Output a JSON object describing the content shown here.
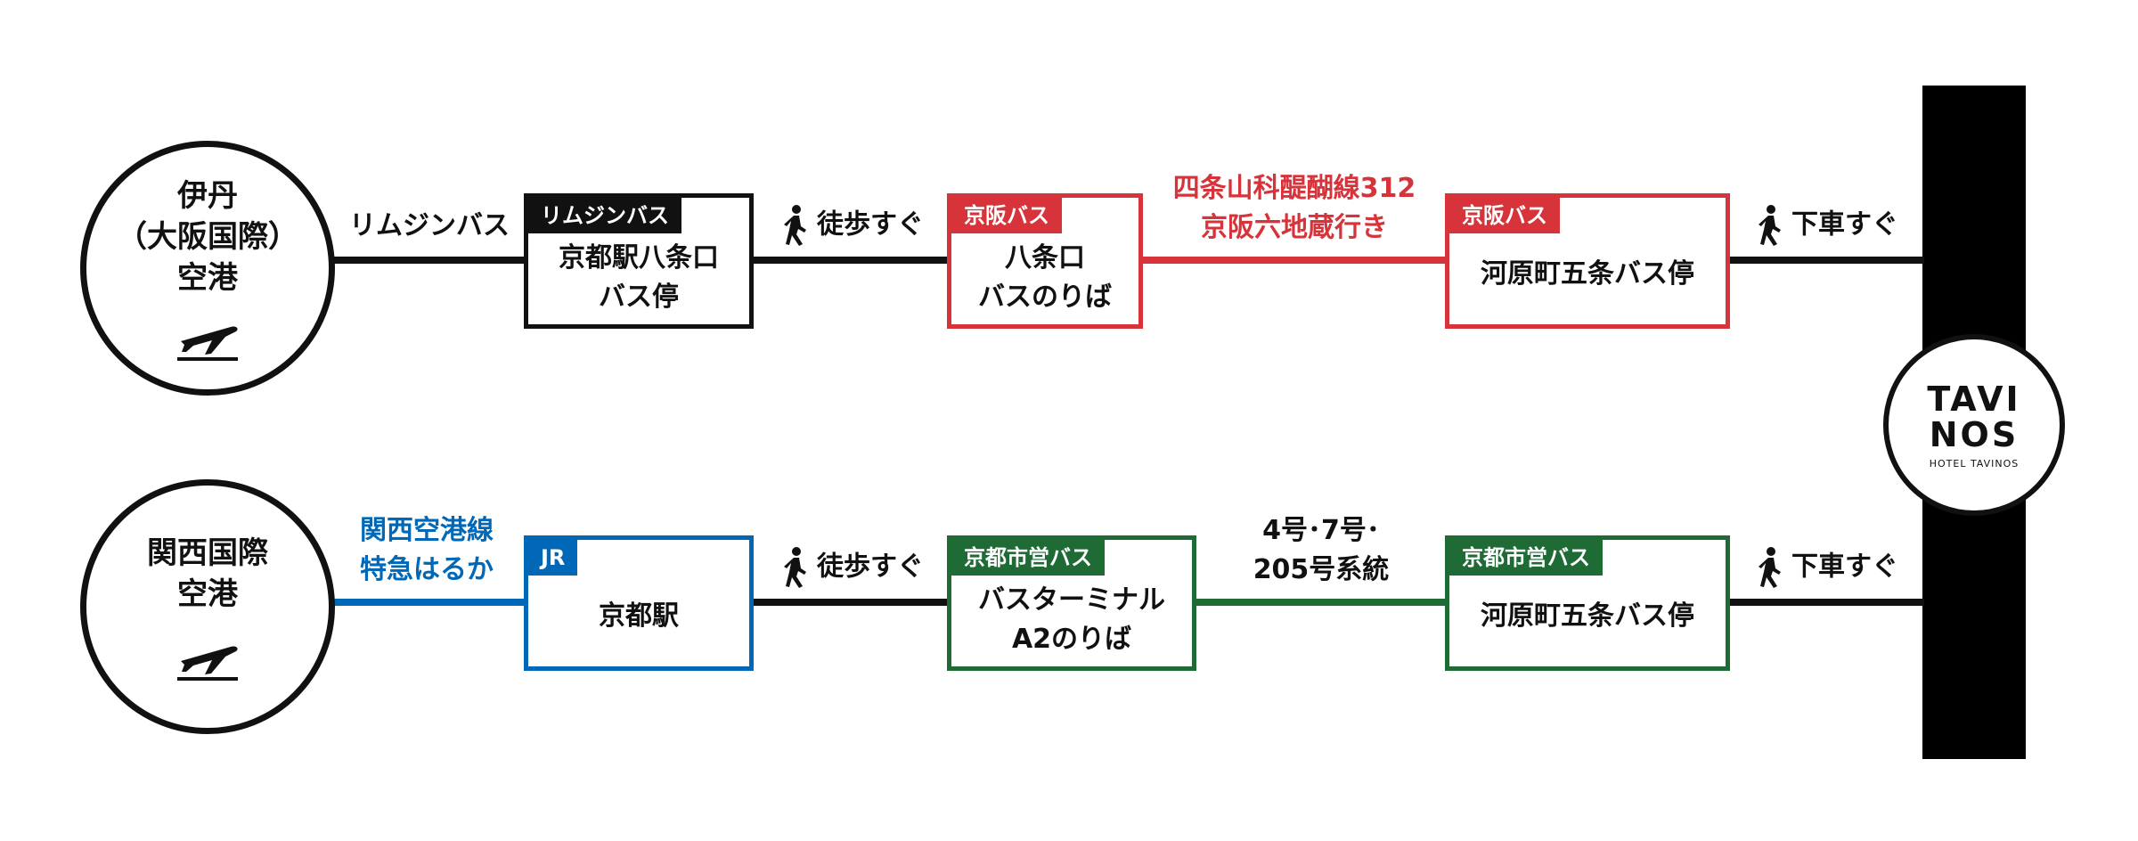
{
  "colors": {
    "black": "#111111",
    "red": "#d7333a",
    "blue": "#0068b7",
    "green": "#1e6b35"
  },
  "route1": {
    "origin": {
      "line1": "伊丹",
      "line2": "（大阪国際）",
      "line3": "空港",
      "icon": "airplane-departure-icon"
    },
    "seg1_label": "リムジンバス",
    "box1": {
      "tag": "リムジンバス",
      "line1": "京都駅八条口",
      "line2": "バス停"
    },
    "seg2_label": "徒歩すぐ",
    "box2": {
      "tag": "京阪バス",
      "line1": "八条口",
      "line2": "バスのりば"
    },
    "seg3_label_line1": "四条山科醍醐線312",
    "seg3_label_line2": "京阪六地蔵行き",
    "box3": {
      "tag": "京阪バス",
      "line1": "河原町五条バス停"
    },
    "seg4_label": "下車すぐ"
  },
  "route2": {
    "origin": {
      "line1": "関西国際",
      "line2": "空港",
      "icon": "airplane-departure-icon"
    },
    "seg1_label_line1": "関西空港線",
    "seg1_label_line2": "特急はるか",
    "box1": {
      "tag": "JR",
      "line1": "京都駅"
    },
    "seg2_label": "徒歩すぐ",
    "box2": {
      "tag": "京都市営バス",
      "line1": "バスターミナル",
      "line2": "A2のりば"
    },
    "seg3_label_line1": "4号･7号･",
    "seg3_label_line2": "205号系統",
    "box3": {
      "tag": "京都市営バス",
      "line1": "河原町五条バス停"
    },
    "seg4_label": "下車すぐ"
  },
  "hotel": {
    "logo_line1": "TAVI",
    "logo_line2": "NOS",
    "logo_sub": "HOTEL TAVINOS"
  }
}
